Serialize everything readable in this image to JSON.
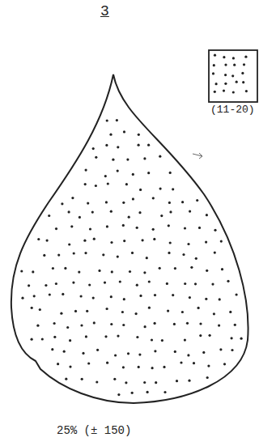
{
  "diagram": {
    "title": "3",
    "caption": "25% (± 150)",
    "labels": [
      "(11-20)"
    ]
  }
}
